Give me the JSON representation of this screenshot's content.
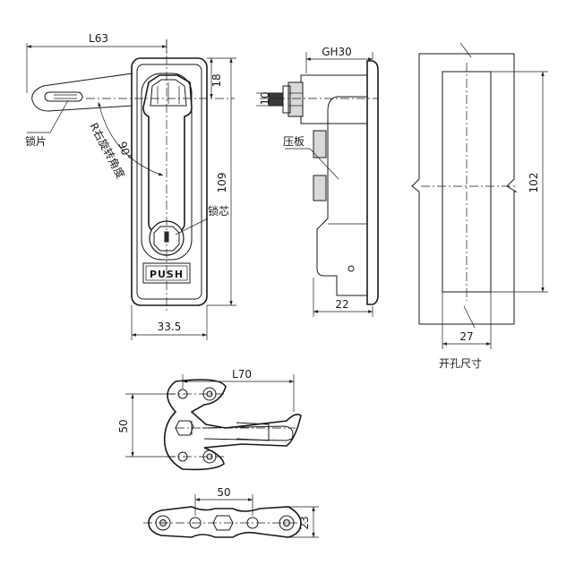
{
  "front_view": {
    "dim_width_top": "L63",
    "dim_height_total": "109",
    "dim_top_offset": "18",
    "dim_width_bottom": "33.5",
    "rotation_angle": "90°",
    "rotation_text": "R右旋转角度",
    "label_latch": "锁片",
    "label_core": "锁芯",
    "push_text": "PUSH"
  },
  "side_view": {
    "dim_thread": "GH30",
    "dim_shaft": "10",
    "dim_depth": "22",
    "label_plate": "压板"
  },
  "cutout_view": {
    "dim_height": "102",
    "dim_width": "27",
    "caption": "开孔尺寸"
  },
  "latch_view": {
    "dim_length": "L70",
    "dim_height": "50"
  },
  "bar_view": {
    "dim_spacing": "50",
    "dim_height": "23"
  }
}
